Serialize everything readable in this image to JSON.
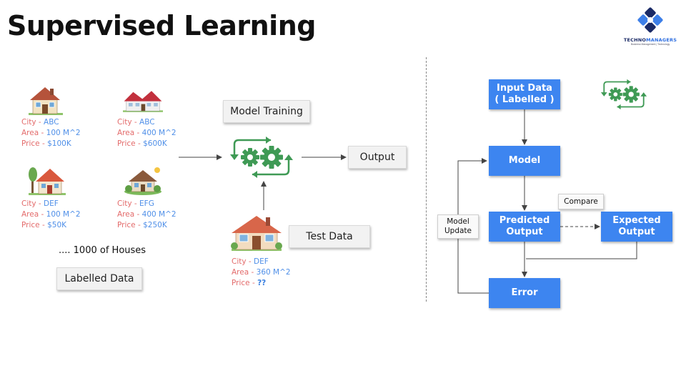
{
  "title": "Supervised Learning",
  "logo": {
    "brand_main": "TECHNO",
    "brand_accent": "MANAGERS",
    "tagline": "Business Management | Technology"
  },
  "houses": [
    {
      "city_label": "City - ",
      "city": "ABC",
      "area_label": "Area - ",
      "area": "100 M^2",
      "price_label": "Price - ",
      "price": "$100K"
    },
    {
      "city_label": "City - ",
      "city": "ABC",
      "area_label": "Area - ",
      "area": "400 M^2",
      "price_label": "Price - ",
      "price": "$600K"
    },
    {
      "city_label": "City - ",
      "city": "DEF",
      "area_label": "Area - ",
      "area": "100 M^2",
      "price_label": "Price - ",
      "price": "$50K"
    },
    {
      "city_label": "City - ",
      "city": "EFG",
      "area_label": "Area - ",
      "area": "400 M^2",
      "price_label": "Price - ",
      "price": "$250K"
    }
  ],
  "more_houses": ".... 1000 of Houses",
  "labelled_data": "Labelled Data",
  "model_training": "Model Training",
  "output": "Output",
  "test_data": "Test Data",
  "test_house": {
    "city_label": "City - ",
    "city": "DEF",
    "area_label": "Area - ",
    "area": "360 M^2",
    "price_label": "Price - ",
    "price": "??"
  },
  "flow": {
    "input_line1": "Input Data",
    "input_line2": "( Labelled )",
    "model": "Model",
    "predicted_line1": "Predicted",
    "predicted_line2": "Output",
    "expected_line1": "Expected",
    "expected_line2": "Output",
    "error": "Error",
    "compare": "Compare",
    "update_line1": "Model",
    "update_line2": "Update"
  },
  "colors": {
    "flow_box": "#3d85f0",
    "gear": "#3f9a55",
    "data_label": "#e36b6b",
    "data_value": "#4f8fe8"
  }
}
